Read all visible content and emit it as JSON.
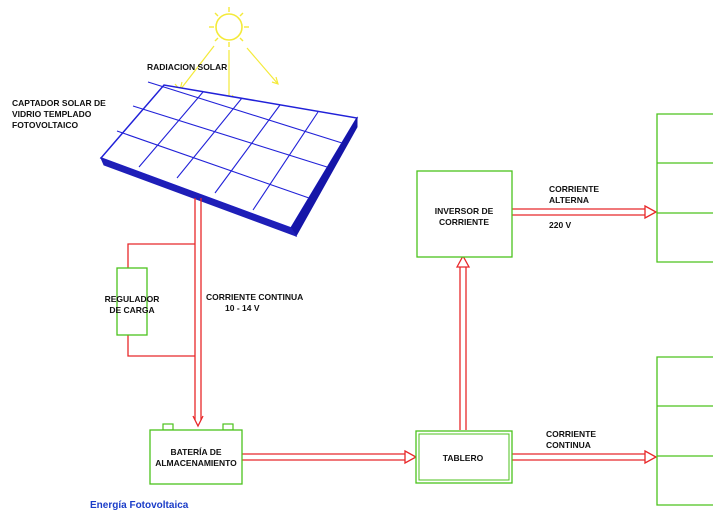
{
  "labels": {
    "radiacion": "RADIACION SOLAR",
    "captador_l1": "CAPTADOR SOLAR DE",
    "captador_l2": "VIDRIO TEMPLADO",
    "captador_l3": "FOTOVOLTAICO",
    "regulador_l1": "REGULADOR",
    "regulador_l2": "DE CARGA",
    "cc_vertical_l1": "CORRIENTE CONTINUA",
    "cc_vertical_l2": "10 - 14 V",
    "bateria_l1": "BATERÍA DE",
    "bateria_l2": "ALMACENAMIENTO",
    "tablero": "TABLERO",
    "inversor_l1": "INVERSOR DE",
    "inversor_l2": "CORRIENTE",
    "ca_l1": "CORRIENTE",
    "ca_l2": "ALTERNA",
    "ca_l3": "220 V",
    "cc_right_l1": "CORRIENTE",
    "cc_right_l2": "CONTINUA"
  },
  "footer": "Energía Fotovoltaica",
  "icons": {
    "sun": "sun-icon",
    "panel": "solar-panel-icon"
  },
  "colors": {
    "wire": "#e8282a",
    "box": "#4cc21c",
    "panel": "#2121d8",
    "panel_side": "#1515a8",
    "sun": "#f4ea3a",
    "footer": "#1a3cc8"
  }
}
